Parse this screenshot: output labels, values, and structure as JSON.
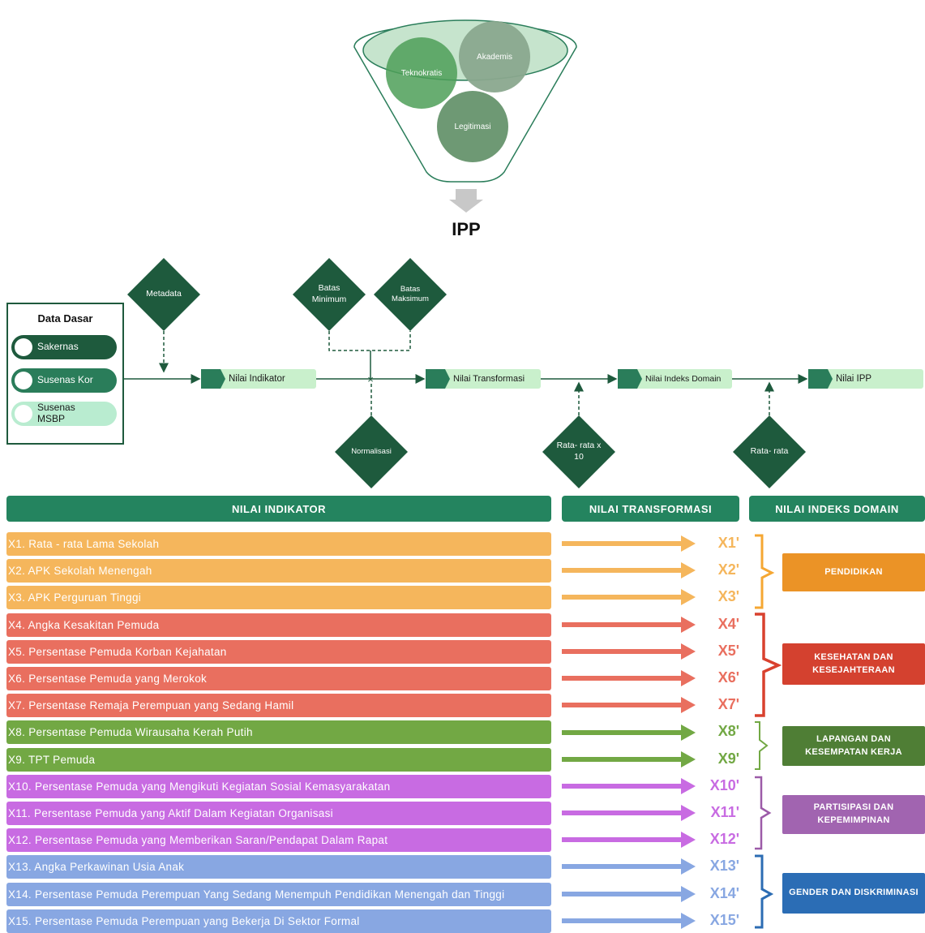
{
  "funnel": {
    "circles": [
      "Akademis",
      "Teknokratis",
      "Legitimasi"
    ],
    "output": "IPP"
  },
  "data_dasar": {
    "title": "Data Dasar",
    "sources": [
      "Sakernas",
      "Susenas Kor",
      "Susenas MSBP"
    ]
  },
  "flow": {
    "diamonds": {
      "metadata": "Metadata",
      "batas_min": "Batas Minimum",
      "batas_max": "Batas Maksimum",
      "normalisasi": "Normalisasi",
      "rata_x10": "Rata- rata x 10",
      "rata": "Rata- rata"
    },
    "stages": [
      "Nilai Indikator",
      "Nilai Transformasi",
      "Nilai Indeks Domain",
      "Nilai IPP"
    ]
  },
  "headers": [
    "NILAI INDIKATOR",
    "NILAI TRANSFORMASI",
    "NILAI INDEKS DOMAIN"
  ],
  "colors": {
    "pendidikan": "#f5b65c",
    "kesehatan": "#e96f5f",
    "lapangan": "#72a844",
    "partisipasi": "#c86be2",
    "gender": "#88a7e2",
    "dark_green": "#1e5a3d",
    "green": "#24845f"
  },
  "indicators": [
    {
      "label": "X1. Rata - rata Lama Sekolah",
      "x": "X1'"
    },
    {
      "label": "X2. APK Sekolah Menengah",
      "x": "X2'"
    },
    {
      "label": "X3. APK Perguruan Tinggi",
      "x": "X3'"
    },
    {
      "label": "X4. Angka Kesakitan Pemuda",
      "x": "X4'"
    },
    {
      "label": "X5. Persentase Pemuda Korban Kejahatan",
      "x": "X5'"
    },
    {
      "label": "X6. Persentase Pemuda yang Merokok",
      "x": "X6'"
    },
    {
      "label": "X7. Persentase Remaja Perempuan yang Sedang Hamil",
      "x": "X7'"
    },
    {
      "label": "X8. Persentase Pemuda Wirausaha Kerah Putih",
      "x": "X8'"
    },
    {
      "label": "X9. TPT Pemuda",
      "x": "X9'"
    },
    {
      "label": "X10. Persentase Pemuda yang Mengikuti Kegiatan Sosial Kemasyarakatan",
      "x": "X10'"
    },
    {
      "label": "X11. Persentase Pemuda yang Aktif Dalam Kegiatan Organisasi",
      "x": "X11'"
    },
    {
      "label": "X12. Persentase Pemuda yang Memberikan Saran/Pendapat Dalam Rapat",
      "x": "X12'"
    },
    {
      "label": "X13. Angka Perkawinan Usia Anak",
      "x": "X13'"
    },
    {
      "label": "X14. Persentase Pemuda Perempuan Yang Sedang Menempuh Pendidikan Menengah dan Tinggi",
      "x": "X14'"
    },
    {
      "label": "X15. Persentase Pemuda Perempuan yang Bekerja Di Sektor Formal",
      "x": "X15'"
    }
  ],
  "domains": [
    {
      "line1": "PENDIDIKAN",
      "line2": ""
    },
    {
      "line1": "KESEHATAN DAN",
      "line2": "KESEJAHTERAAN"
    },
    {
      "line1": "LAPANGAN DAN",
      "line2": "KESEMPATAN KERJA"
    },
    {
      "line1": "PARTISIPASI DAN",
      "line2": "KEPEMIMPINAN"
    },
    {
      "line1": "GENDER DAN DISKRIMINASI",
      "line2": ""
    }
  ]
}
